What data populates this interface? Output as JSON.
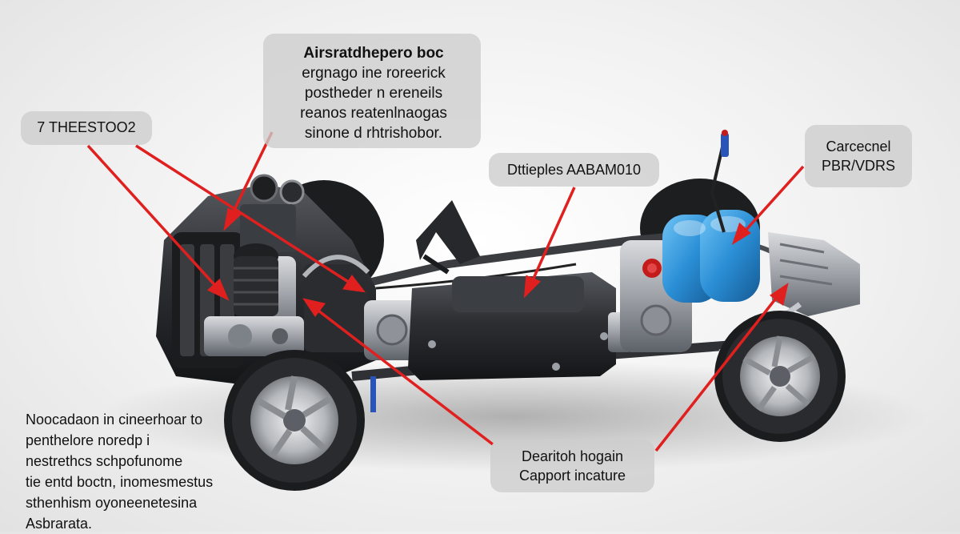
{
  "callouts": {
    "top": [
      "Airsratdhepero boc",
      "ergnago ine roreerick",
      "postheder n ereneils",
      "reanos reatenlnaogas",
      "sinone d rhtrishobor."
    ],
    "left": "7 THEESTOO2",
    "mid": "Dttieples AABAM010",
    "right": [
      "Carcecnel",
      "PBR/VDRS"
    ],
    "bottom": [
      "Dearitoh hogain",
      "Capport incature"
    ]
  },
  "note": [
    "Noocadaon in cineerhoar to",
    "penthelore noredp i",
    "nestrethcs schpofunome",
    "tie entd boctn, inomesmestus",
    "sthenhism oyoneenetesina",
    "Asbrarata."
  ],
  "colors": {
    "arrow": "#e0201f",
    "tank": "#2a8fd4",
    "body": "#2b2d30",
    "callout_bg": "#cdcdcd"
  }
}
